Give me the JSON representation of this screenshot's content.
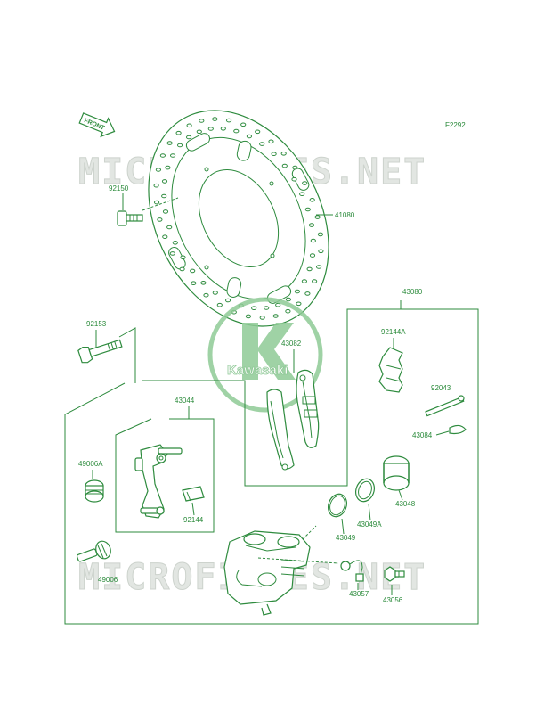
{
  "diagram_code": "F2292",
  "front_label": "FRONT",
  "watermark_text": "MICROFICHES.NET",
  "logo": {
    "brand": "Kawasaki"
  },
  "colors": {
    "line": "#2e8b3e",
    "label": "#2a8a3a",
    "watermark": "#e2e6e2",
    "logo": "#8fcb96"
  },
  "parts": {
    "p41080": "41080",
    "p92150": "92150",
    "p43080": "43080",
    "p92153": "92153",
    "p43082": "43082",
    "p92144A": "92144A",
    "p43044": "43044",
    "p92043": "92043",
    "p43084": "43084",
    "p49006A": "49006A",
    "p92144": "92144",
    "p43048": "43048",
    "p43049A": "43049A",
    "p43049": "43049",
    "p49006": "49006",
    "p43057": "43057",
    "p43056": "43056"
  }
}
